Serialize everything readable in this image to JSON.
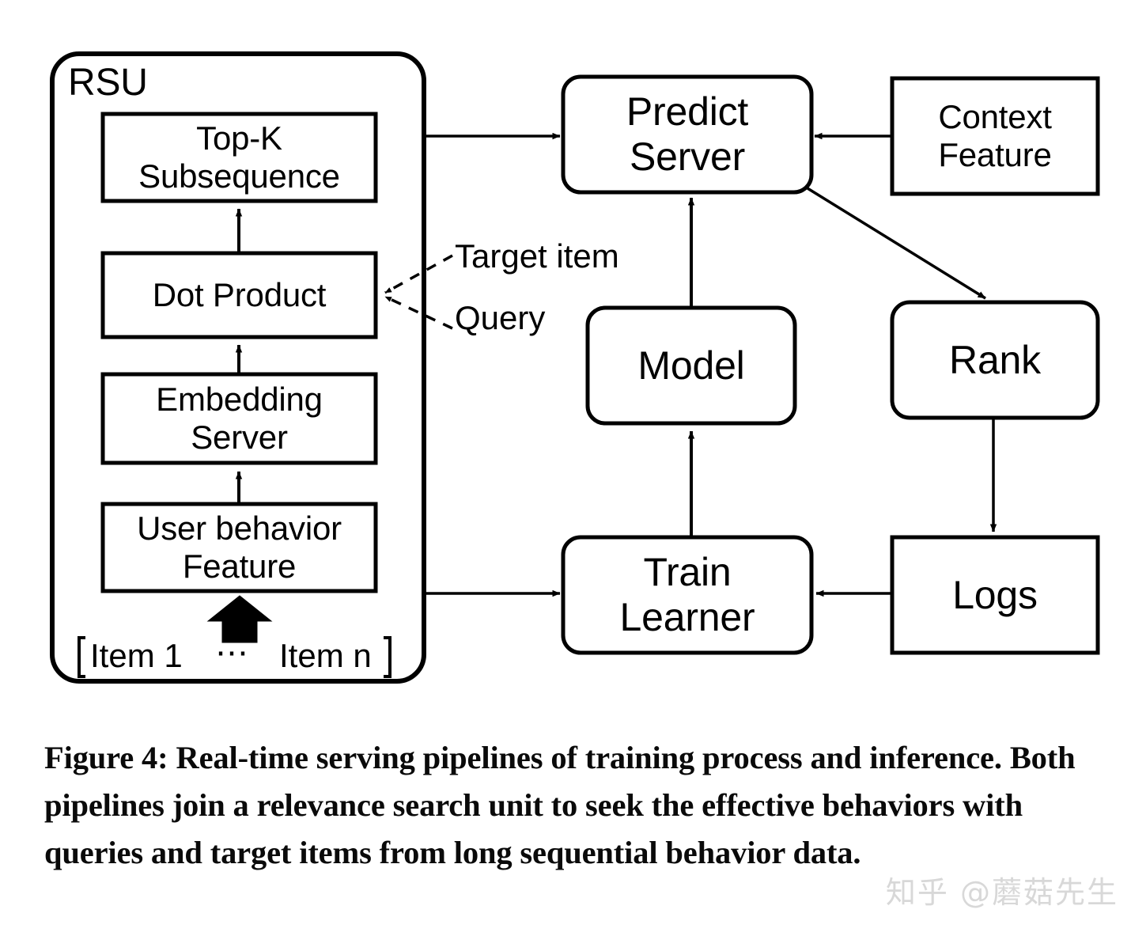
{
  "figure": {
    "container": {
      "label": "RSU"
    },
    "nodes": [
      {
        "id": "top_k",
        "label": "Top-K\nSubsequence",
        "shape": "rect"
      },
      {
        "id": "dot_product",
        "label": "Dot Product",
        "shape": "rect"
      },
      {
        "id": "embedding_server",
        "label": "Embedding\nServer",
        "shape": "rect"
      },
      {
        "id": "user_behavior_feature",
        "label": "User behavior\nFeature",
        "shape": "rect"
      },
      {
        "id": "predict_server",
        "label": "Predict\nServer",
        "shape": "rounded-rect"
      },
      {
        "id": "context_feature",
        "label": "Context\nFeature",
        "shape": "rect"
      },
      {
        "id": "model",
        "label": "Model",
        "shape": "rounded-rect"
      },
      {
        "id": "rank",
        "label": "Rank",
        "shape": "rounded-rect"
      },
      {
        "id": "train_learner",
        "label": "Train\nLearner",
        "shape": "rounded-rect"
      },
      {
        "id": "logs",
        "label": "Logs",
        "shape": "rect"
      }
    ],
    "annotations": [
      {
        "id": "target_item",
        "label": "Target item",
        "style": "dashed"
      },
      {
        "id": "query",
        "label": "Query",
        "style": "dashed"
      }
    ],
    "sequence": {
      "open_bracket": "[",
      "first_item": "Item 1",
      "ellipsis": "⋯",
      "last_item": "Item n",
      "close_bracket": "]"
    },
    "edges": [
      {
        "from": "dot_product",
        "to": "top_k"
      },
      {
        "from": "embedding_server",
        "to": "dot_product"
      },
      {
        "from": "user_behavior_feature",
        "to": "embedding_server"
      },
      {
        "from": "sequence",
        "to": "user_behavior_feature",
        "style": "block-arrow"
      },
      {
        "from": "rsu",
        "to": "predict_server"
      },
      {
        "from": "rsu",
        "to": "train_learner"
      },
      {
        "from": "context_feature",
        "to": "predict_server"
      },
      {
        "from": "predict_server",
        "to": "rank"
      },
      {
        "from": "model",
        "to": "predict_server"
      },
      {
        "from": "train_learner",
        "to": "model"
      },
      {
        "from": "rank",
        "to": "logs"
      },
      {
        "from": "logs",
        "to": "train_learner"
      },
      {
        "from": "target_item",
        "to": "dot_product",
        "style": "dashed"
      },
      {
        "from": "query",
        "to": "dot_product",
        "style": "dashed"
      }
    ],
    "colors": {
      "stroke": "#000000",
      "fill": "#ffffff",
      "text": "#000000"
    }
  },
  "caption": {
    "text": "Figure 4: Real-time serving pipelines of training process and inference. Both pipelines join a relevance search unit to seek the effective behaviors with queries and target items from long sequential behavior data."
  },
  "watermark": {
    "text": "知乎 @蘑菇先生"
  }
}
